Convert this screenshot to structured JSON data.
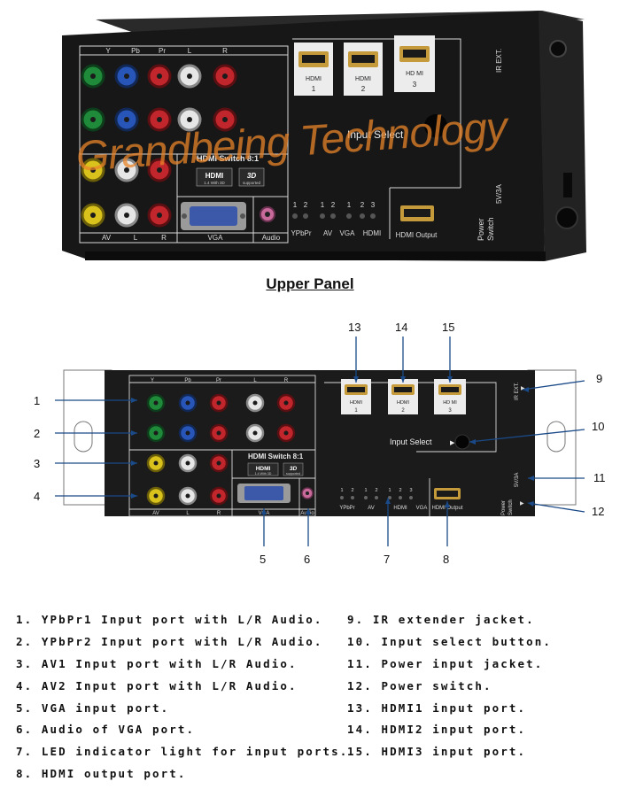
{
  "photo": {
    "labels": {
      "y": "Y",
      "pb": "Pb",
      "pr": "Pr",
      "l": "L",
      "r": "R",
      "av": "AV",
      "av_l": "L",
      "av_r": "R",
      "vga": "VGA",
      "audio": "Audio",
      "hdmi_in_1": "HDMI",
      "hdmi_in_1_num": "1",
      "hdmi_in_2": "HDMI",
      "hdmi_in_2_num": "2",
      "hdmi_in_3": "HD MI",
      "hdmi_in_3_num": "3",
      "ir_ext": "IR EXT.",
      "input_select": "Input Select",
      "model": "HDMI Switch 8:1",
      "hdmi_logo": "HDMI",
      "hdmi_sub": "1.4 With 3D",
      "three_d": "3D",
      "three_d_sub": "supported",
      "led_nums": [
        "1",
        "2",
        "1",
        "2",
        "1",
        "2",
        "3"
      ],
      "led_groups": [
        "YPbPr",
        "AV",
        "VGA",
        "HDMI"
      ],
      "hdmi_output": "HDMI Output",
      "five_v": "5V/3A",
      "power": "Power",
      "switch": "Switch"
    },
    "watermark": "Grandbeing Technology"
  },
  "upper_title": "Upper Panel",
  "diagram": {
    "callouts": [
      "1",
      "2",
      "3",
      "4",
      "5",
      "6",
      "7",
      "8",
      "9",
      "10",
      "11",
      "12",
      "13",
      "14",
      "15"
    ],
    "labels": {
      "y": "Y",
      "pb": "Pb",
      "pr": "Pr",
      "l": "L",
      "r": "R",
      "av": "AV",
      "av_l": "L",
      "av_r": "R",
      "vga": "VGA",
      "audio": "Audio",
      "hdmi1": "HDMI",
      "hdmi1_num": "1",
      "hdmi2": "HDMI",
      "hdmi2_num": "2",
      "hdmi3": "HD MI",
      "hdmi3_num": "3",
      "ir_ext": "IR EXT.",
      "input_select": "Input Select",
      "model": "HDMI Switch 8:1",
      "hdmi_logo": "HDMI",
      "hdmi_sub": "1.4 With 3D",
      "three_d": "3D",
      "three_d_sub": "supported",
      "led_nums": [
        "1",
        "2",
        "1",
        "2",
        "1",
        "2",
        "3"
      ],
      "led_groups": [
        "YPbPr",
        "AV",
        "HDMI",
        "VGA"
      ],
      "hdmi_output": "HDMI Output",
      "five_v": "5V/3A",
      "power": "Power",
      "switch": "Switch"
    }
  },
  "legend": {
    "left": [
      "1. YPbPr1 Input port with L/R Audio.",
      "2. YPbPr2 Input port with L/R Audio.",
      "3. AV1 Input port with L/R Audio.",
      "4. AV2 Input port with L/R Audio.",
      "5. VGA input port.",
      "6. Audio of VGA port.",
      "7. LED indicator light for input ports.",
      "8. HDMI output port."
    ],
    "right": [
      "9. IR extender jacket.",
      "10. Input select button.",
      "11. Power input jacket.",
      "12. Power switch.",
      "13. HDMI1 input port.",
      "14. HDMI2 input port.",
      "15. HDMI3 input port."
    ]
  },
  "colors": {
    "panel": "#1b1b1b",
    "rca_green": "#1f8a3a",
    "rca_blue": "#2855b8",
    "rca_red": "#c0262b",
    "rca_white": "#e6e6e6",
    "rca_yellow": "#d9c21b",
    "vga_blue": "#3b59a8",
    "audio_pink": "#c86a9a",
    "watermark": "#e8842a"
  }
}
